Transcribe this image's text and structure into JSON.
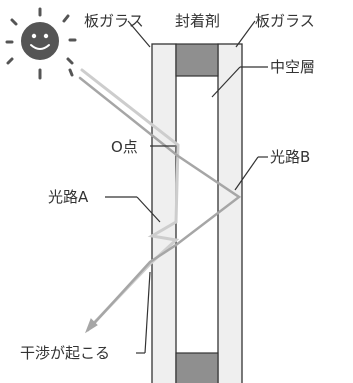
{
  "labels": {
    "glass_left": "板ガラス",
    "sealant": "封着剤",
    "glass_right": "板ガラス",
    "hollow_layer": "中空層",
    "point_o": "O点",
    "path_b": "光路B",
    "path_a": "光路A",
    "interference": "干渉が起こる"
  },
  "colors": {
    "glass_fill": "#efefef",
    "glass_stroke": "#333333",
    "sealant_fill": "#8f8f8f",
    "path_dark": "#a6a6a6",
    "path_light": "#cdcdcd",
    "leader_line": "#333333",
    "sun": "#555555",
    "text": "#333333"
  },
  "icons": {
    "sun": "smiling-sun-icon"
  }
}
